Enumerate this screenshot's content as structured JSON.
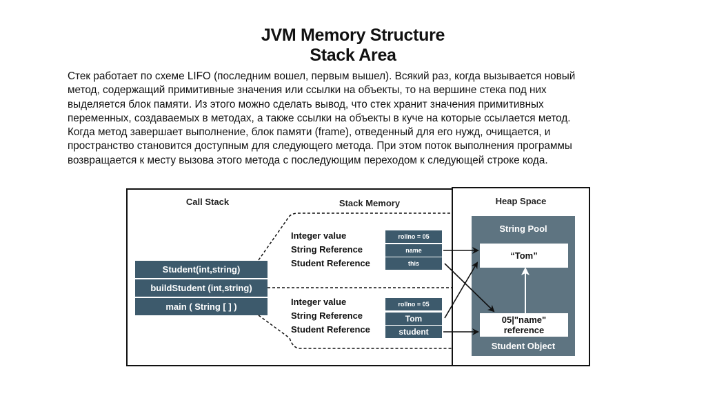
{
  "title": {
    "line1": "JVM Memory Structure",
    "line2": "Stack Area"
  },
  "paragraph_lines": [
    "Стек работает по схеме LIFO (последним вошел, первым вышел). Всякий раз, когда вызывается новый",
    "метод, содержащий примитивные значения или ссылки на объекты, то на вершине стека под них",
    "выделяется блок памяти. Из этого можно сделать вывод, что стек хранит значения примитивных",
    "переменных, создаваемых в методах, а также ссылки на объекты в куче на которые ссылается метод.",
    "Когда метод завершает выполнение, блок памяти (frame), отведенный для его нужд, очищается, и",
    "пространство становится доступным для следующего метода. При этом поток выполнения программы",
    "возвращается к месту вызова этого метода с последующим переходом к следующей строке кода."
  ],
  "diagram": {
    "call_stack": {
      "title": "Call Stack",
      "frames": [
        "Student(int,string)",
        "buildStudent (int,string)",
        "main ( String [ ] )"
      ]
    },
    "stack_memory": {
      "title": "Stack Memory",
      "frames": [
        {
          "rows": [
            {
              "label": "Integer value",
              "value": "rollno = 05"
            },
            {
              "label": "String Reference",
              "value": "name"
            },
            {
              "label": "Student Reference",
              "value": "this"
            }
          ]
        },
        {
          "rows": [
            {
              "label": "Integer value",
              "value": "rollno = 05"
            },
            {
              "label": "String Reference",
              "value": "Tom"
            },
            {
              "label": "Student Reference",
              "value": "student"
            }
          ]
        }
      ]
    },
    "heap_space": {
      "title": "Heap Space",
      "string_pool_label": "String Pool",
      "string_value": "“Tom”",
      "object_line1": "05|\"name\"",
      "object_line2": "reference",
      "object_label": "Student Object"
    },
    "colors": {
      "frame_fill": "#3d5a6c",
      "heap_fill": "#5e7481",
      "border": "#111111"
    }
  }
}
